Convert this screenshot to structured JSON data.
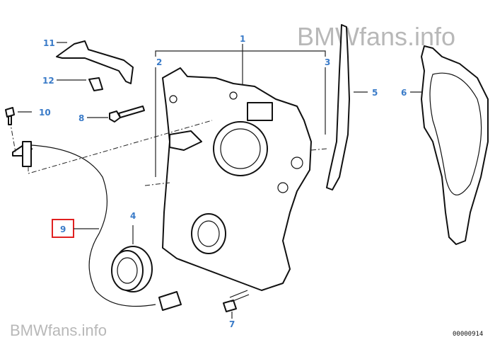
{
  "watermark_top": "BMWfans.info",
  "watermark_bottom": "BMWfans.info",
  "diagram_number": "00000914",
  "labels": {
    "p1": "1",
    "p2": "2",
    "p3": "3",
    "p4": "4",
    "p5": "5",
    "p6": "6",
    "p7": "7",
    "p8": "8",
    "p9": "9",
    "p10": "10",
    "p11": "11",
    "p12": "12"
  },
  "colors": {
    "label": "#3a7bc8",
    "highlight": "#e02020"
  }
}
